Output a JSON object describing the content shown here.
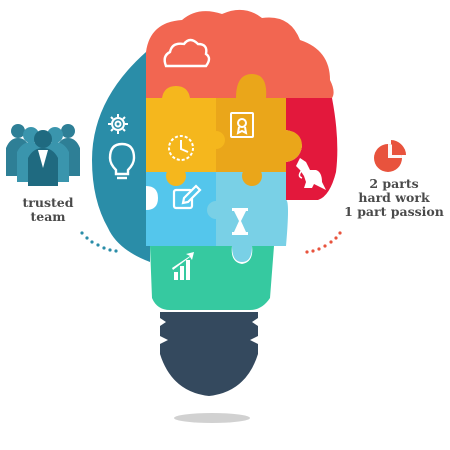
{
  "left_caption": {
    "line1": "trusted",
    "line2": "team"
  },
  "right_caption": {
    "line1": "2 parts",
    "line2": "hard work",
    "line3": "1 part passion"
  },
  "icons": {
    "team": "team-people-icon",
    "cloud": "cloud-icon",
    "settings": "gear-icon",
    "idea": "lightbulb-icon",
    "certificate": "certificate-icon",
    "clock": "clock-icon",
    "kangaroo": "kangaroo-icon",
    "edit": "edit-pencil-icon",
    "time": "hourglass-icon",
    "growth": "bar-chart-icon",
    "pie": "pie-chart-icon"
  },
  "colors": {
    "top_coral": "#f26651",
    "left_teal": "#2a8da8",
    "amber": "#f5b71d",
    "gold": "#eaa61a",
    "crimson": "#e3183c",
    "light_blue": "#54c6ec",
    "sky_blue": "#79d0e6",
    "mint": "#36c9a0",
    "base_navy": "#34495e",
    "team_teal": "#2e7f96",
    "pie_red": "#e8533d",
    "caption_text": "#4a4a4a"
  }
}
